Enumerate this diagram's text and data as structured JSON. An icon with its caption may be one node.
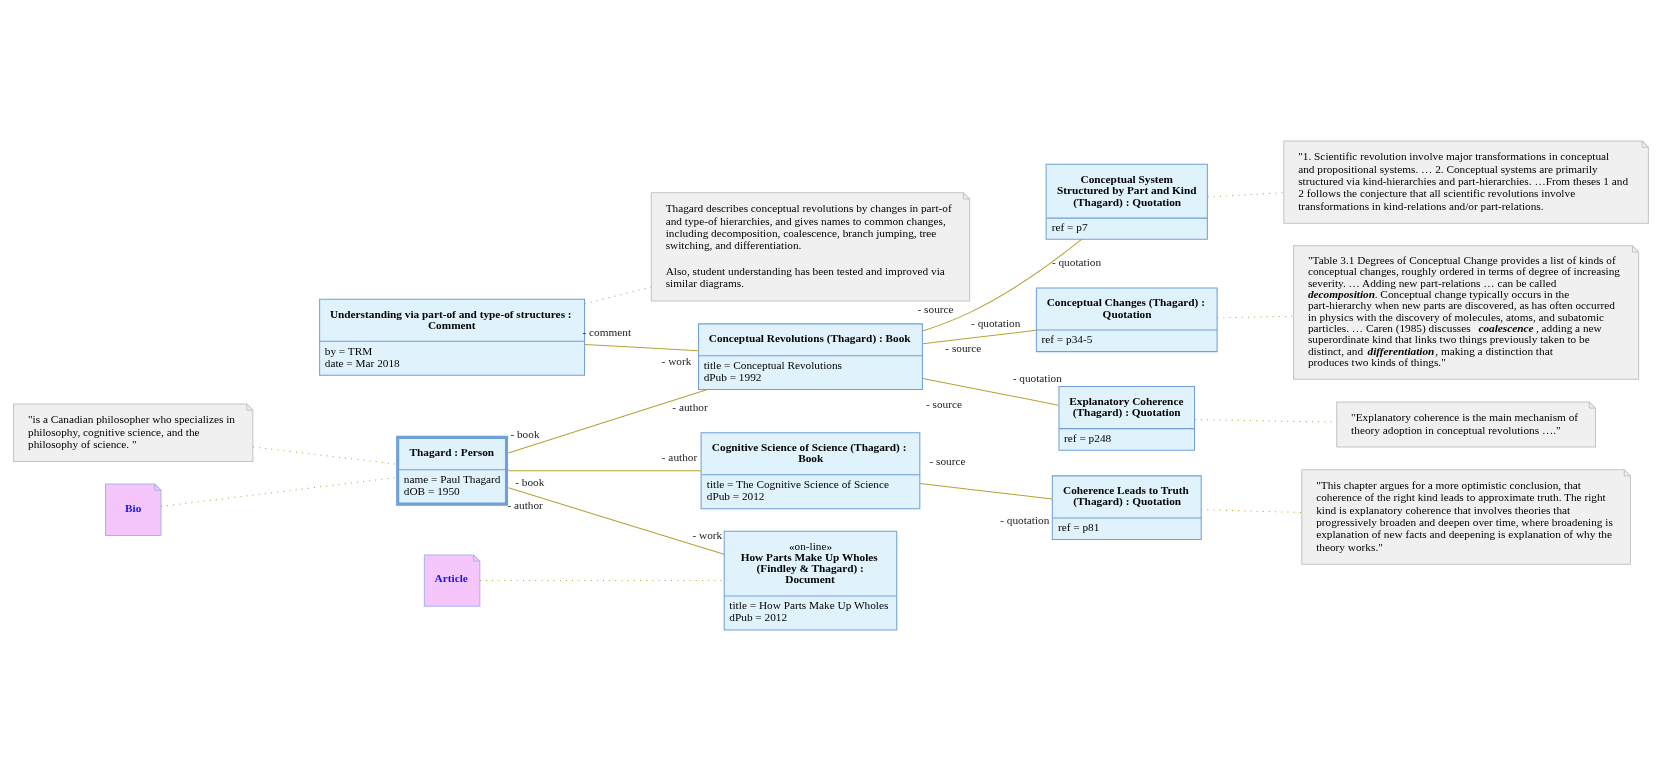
{
  "diagram": {
    "nodes": [
      {
        "text": [
          "Understanding via part-of and type-of structures : Comment",
          "by = TRM",
          "date = Mar 2018"
        ]
      },
      {
        "text": [
          "\"is a Canadian philosopher who specializes in philosophy, cognitive science, and the philosophy of science. \""
        ]
      },
      {
        "text": [
          "Thagard describes conceptual revolutions by changes in part-of and type-of hierarchies, and gives names to common changes, including decomposition, coalescence, branch jumping, tree switching, and differentiation.",
          "Also, student understanding has been tested and improved via similar diagrams."
        ]
      },
      {
        "text": [
          "Thagard : Person",
          "name = Paul Thagard",
          "dOB = 1950"
        ]
      },
      {
        "text": [
          "Conceptual Revolutions (Thagard) : Book",
          "title = Conceptual Revolutions",
          "dPub = 1992"
        ]
      },
      {
        "text": [
          "Bio"
        ]
      },
      {
        "text": [
          "Conceptual System Structured by Part and Kind (Thagard) : Quotation",
          "ref = p7"
        ]
      },
      {
        "text": [
          "\"1. Scientific revolution involve major transformations in conceptual and propositional systems. … 2. Conceptual systems are primarily structured via kind-hierarchies and part-hierarchies. …From theses 1 and 2 follows the conjecture that all scientific revolutions involve transformations in kind-relations and/or part-relations."
        ]
      },
      {
        "text": [
          "Cognitive Science of Science (Thagard) : Book",
          "title = The Cognitive Science of Science",
          "dPub = 2012"
        ]
      },
      {
        "text": [
          "Article"
        ]
      },
      {
        "text": [
          "Conceptual Changes (Thagard) : Quotation",
          "ref = p34-5"
        ]
      },
      {
        "text": [
          "\"Table 3.1 Degrees of Conceptual Change provides a list of kinds of conceptual changes, roughly ordered in terms of degree of increasing severity. … Adding new part-relations … can be called **decomposition**. Conceptual change typically occurs in the part-hierarchy when new parts are discovered, as has often occurred in physics with the discovery of molecules, atoms, and subatomic particles. … Caren (1985) discusses **coalescence**, adding a new superordinate kind that links two things previously taken to be distinct, and **differentiation**, making a distinction that produces two kinds of things.\""
        ]
      },
      {
        "text": [
          "«on-line»",
          "How Parts Make Up Wholes (Findley & Thagard) : Document",
          "title = How Parts Make Up Wholes",
          "dPub = 2012"
        ]
      },
      {
        "text": [
          "Coherence Leads to Truth (Thagard) : Quotation",
          "ref = p81"
        ]
      },
      {
        "text": [
          "Explanatory Coherence (Thagard) : Quotation",
          "ref = p248"
        ]
      },
      {
        "text": [
          "\"This chapter argues for a more optimistic conclusion, that coherence of the right kind leads to approximate truth. The right kind is explanatory coherence that involves theories that progressively broaden and deepen over time, where broadening is explanation of new facts and deepening is explanation of why the theory works.\""
        ]
      },
      {
        "text": [
          "\"Explanatory coherence is the main mechanism of theory adoption in conceptual revolutions ….\""
        ]
      }
    ],
    "edges": [
      {
        "from": 0,
        "to": 2,
        "arrow": "none",
        "style": "dashed"
      },
      {
        "from": 0,
        "to": 4,
        "arrow": "none",
        "label": [
          "- comment",
          "- work"
        ]
      },
      {
        "from": 3,
        "to": 4,
        "arrow": "none",
        "label": [
          "- book",
          "- author"
        ]
      },
      {
        "from": 3,
        "to": 8,
        "arrow": "none",
        "label": [
          "- book",
          "- author"
        ]
      },
      {
        "from": 3,
        "to": 12,
        "arrow": "none",
        "label": [
          "- author",
          "- work"
        ]
      },
      {
        "from": 4,
        "to": 6,
        "arrow": "none",
        "label": [
          "- source",
          "- quotation"
        ]
      },
      {
        "from": 4,
        "to": 10,
        "arrow": "none",
        "label": [
          "- source",
          "- quotation"
        ]
      },
      {
        "from": 4,
        "to": 14,
        "arrow": "none",
        "label": [
          "- source",
          "- quotation"
        ]
      },
      {
        "from": 8,
        "to": 13,
        "arrow": "none",
        "label": [
          "- source",
          "- quotation"
        ]
      },
      {
        "from": 1,
        "to": 3,
        "arrow": "none",
        "style": "dashed"
      },
      {
        "from": 5,
        "to": 3,
        "arrow": "none",
        "style": "dashed"
      },
      {
        "from": 6,
        "to": 7,
        "arrow": "none",
        "style": "dashed"
      },
      {
        "from": 9,
        "to": 12,
        "arrow": "none",
        "style": "dashed"
      },
      {
        "from": 10,
        "to": 11,
        "arrow": "none",
        "style": "dashed"
      },
      {
        "from": 13,
        "to": 15,
        "arrow": "none",
        "style": "dashed"
      },
      {
        "from": 14,
        "to": 16,
        "arrow": "none",
        "style": "dashed"
      }
    ]
  }
}
